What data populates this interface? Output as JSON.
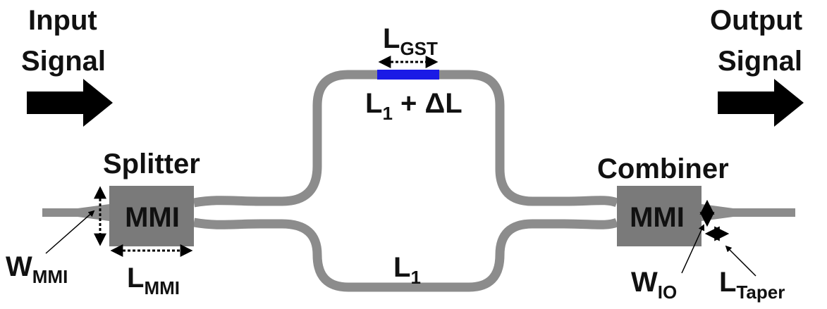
{
  "labels": {
    "input_line1": "Input",
    "input_line2": "Signal",
    "output_line1": "Output",
    "output_line2": "Signal",
    "splitter": "Splitter",
    "combiner": "Combiner",
    "splitter_mmi": "MMI",
    "combiner_mmi": "MMI",
    "l_gst_main": "L",
    "l_gst_sub": "GST",
    "upper_arm_main": "L",
    "upper_arm_sub": "1",
    "upper_arm_rest": " + ΔL",
    "lower_arm_main": "L",
    "lower_arm_sub": "1",
    "w_mmi_main": "W",
    "w_mmi_sub": "MMI",
    "l_mmi_main": "L",
    "l_mmi_sub": "MMI",
    "w_io_main": "W",
    "w_io_sub": "IO",
    "l_taper_main": "L",
    "l_taper_sub": "Taper"
  },
  "colors": {
    "waveguide": "#8c8c8c",
    "mmi_block": "#7a7a7a",
    "gst_section": "#1a1ae6",
    "arrow": "#000000",
    "text": "#111111"
  }
}
